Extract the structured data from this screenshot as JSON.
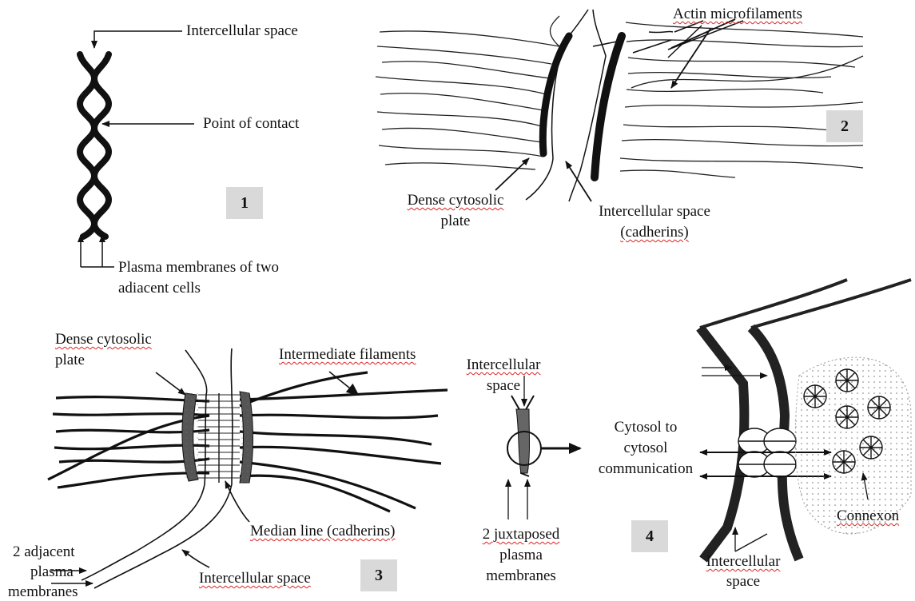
{
  "panel1": {
    "number": "1",
    "intercellular_space": "Intercellular space",
    "point_of_contact": "Point of contact",
    "plasma_line1": "Plasma membranes of two",
    "plasma_line2": "adiacent cells"
  },
  "panel2": {
    "number": "2",
    "actin": "Actin microfilaments",
    "dense_line1": "Dense cytosolic",
    "dense_line2": "plate",
    "intercellular_line1": "Intercellular space",
    "intercellular_line2": "(cadherins)"
  },
  "panel3": {
    "number": "3",
    "dense_line1": "Dense cytosolic",
    "dense_line2": "plate",
    "intermediate": "Intermediate filaments",
    "median": "Median line (cadherins)",
    "intercellular": "Intercellular space",
    "adjacent_line1": "2 adjacent",
    "adjacent_line2": "plasma",
    "adjacent_line3": "membranes"
  },
  "panel4": {
    "number": "4",
    "intercellular_top_line1": "Intercellular",
    "intercellular_top_line2": "space",
    "juxtaposed_line1": "2 juxtaposed",
    "juxtaposed_line2": "plasma",
    "juxtaposed_line3": "membranes",
    "cytosol_line1": "Cytosol to",
    "cytosol_line2": "cytosol",
    "cytosol_line3": "communication",
    "connexon": "Connexon",
    "intercellular_bottom_line1": "Intercellular",
    "intercellular_bottom_line2": "space"
  }
}
